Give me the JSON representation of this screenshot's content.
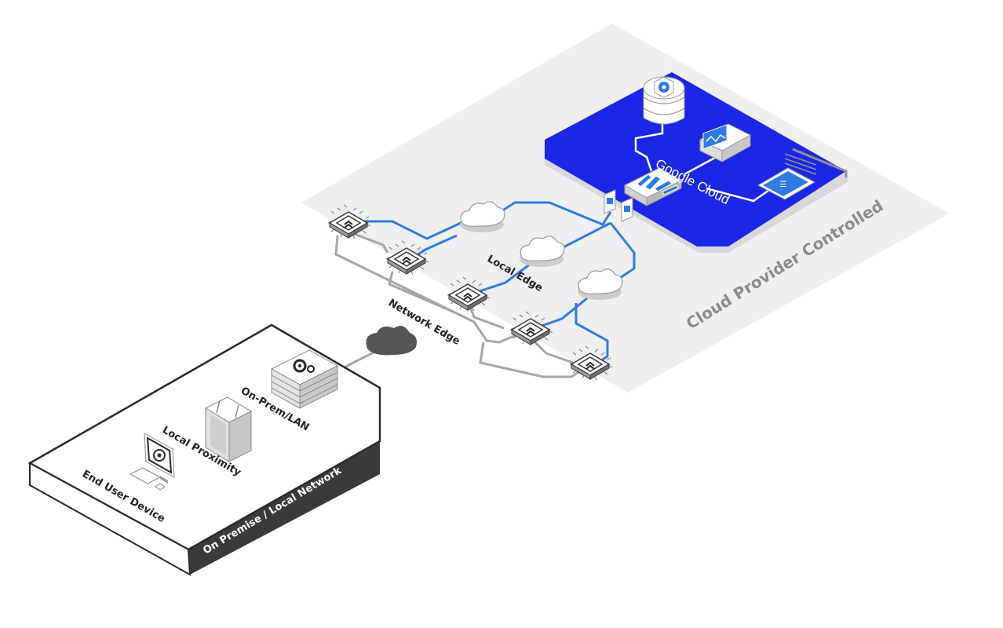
{
  "labels": {
    "cloud_provider": "Cloud Provider Controlled",
    "google_cloud": "Google Cloud",
    "local_edge": "Local Edge",
    "network_edge": "Network Edge",
    "on_prem": "On-Prem/LAN",
    "local_proximity": "Local Proximity",
    "end_user_device": "End User Device",
    "on_premise_local_network": "On Premise / Local Network"
  },
  "colors": {
    "cloud_zone": "#efeff1",
    "google_blue": "#1a27e6",
    "link_blue": "#2f7be3",
    "link_gray": "#a6a6a6",
    "dark_side": "#3a3a3a",
    "network_cloud": "#555555"
  },
  "icons": {
    "router": "chevrons-up-icon",
    "server": "gears-icon",
    "cloud": "cloud-icon",
    "kubernetes": "kubernetes-icon",
    "monitoring": "monitoring-icon",
    "bigquery": "bigquery-icon",
    "load_balancer": "load-balancer-icon",
    "browser": "chrome-icon"
  }
}
